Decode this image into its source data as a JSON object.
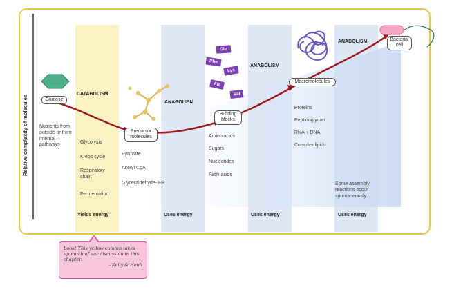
{
  "y_axis_label": "Relative complexity of molecules",
  "columns": {
    "catabolism": {
      "header": "CATABOLISM",
      "items": [
        "Glycolysis",
        "Krebs cycle",
        "Respiratory chain",
        "Fermentation"
      ],
      "footer": "Yields energy"
    },
    "anabolism1": {
      "header": "ANABOLISM",
      "footer": "Uses energy"
    },
    "anabolism2": {
      "header": "ANABOLISM",
      "footer": "Uses energy"
    },
    "anabolism3": {
      "header": "ANABOLISM",
      "footer": "Uses energy",
      "note": "Some assembly reactions occur spontaneously"
    }
  },
  "nodes": {
    "glucose": "Glucose",
    "precursor": "Precursor molecules",
    "building": "Building blocks",
    "macro": "Macromolecules",
    "bacterial": "Bacterial cell"
  },
  "nutrients_text": "Nutrients from outside or from internal pathways",
  "precursor_items": [
    "Pyruvate",
    "Acetyl CoA",
    "Glyceraldehyde-3-P"
  ],
  "building_items": [
    "Amino acids",
    "Sugars",
    "Nucleotides",
    "Fatty acids"
  ],
  "macro_items": [
    "Proteins",
    "Peptidoglycan",
    "RNA + DNA",
    "Complex lipids"
  ],
  "amino_tags": [
    "Glu",
    "Phe",
    "Lys",
    "Ala",
    "Val"
  ],
  "note_text": "Look! This yellow column takes up much of our discussion in this chapter.",
  "note_sign": "- Kelly & Heidi",
  "colors": {
    "catabolism": "#fbf2c4",
    "anabolism": "#dde7f6",
    "arrow": "#9e1a1a",
    "frame": "#f0c93a",
    "glucose": "#4fb08c",
    "amino_tag": "#7b3fb3",
    "note": "#f7c6dc"
  }
}
